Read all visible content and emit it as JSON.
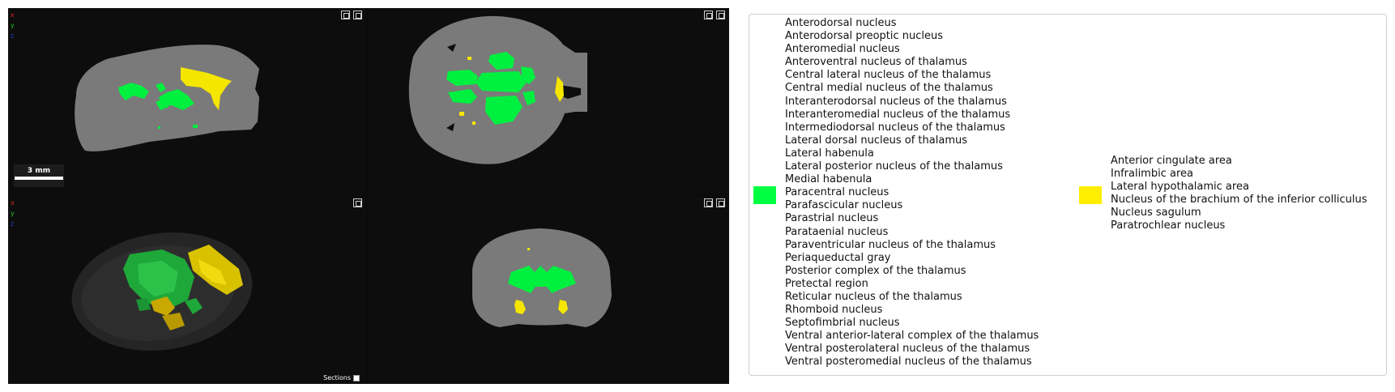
{
  "viewer": {
    "axes": {
      "x": "x",
      "y": "y",
      "z": "z"
    },
    "scale_bar_label": "3 mm",
    "sections_label": "Sections",
    "colors": {
      "background": "#0d0d0d",
      "brain": "#7a7a7a",
      "group_green": "#00f040",
      "group_yellow": "#f5e600"
    }
  },
  "legend": {
    "groups": [
      {
        "color": "#00ff40",
        "items": [
          "Anterodorsal nucleus",
          "Anterodorsal preoptic nucleus",
          "Anteromedial nucleus",
          "Anteroventral nucleus of thalamus",
          "Central lateral nucleus of the thalamus",
          "Central medial nucleus of the thalamus",
          "Interanterodorsal nucleus of the thalamus",
          "Interanteromedial nucleus of the thalamus",
          "Intermediodorsal nucleus of the thalamus",
          "Lateral dorsal nucleus of thalamus",
          "Lateral habenula",
          "Lateral posterior nucleus of the thalamus",
          "Medial habenula",
          "Paracentral nucleus",
          "Parafascicular nucleus",
          "Parastrial nucleus",
          "Parataenial nucleus",
          "Paraventricular nucleus of the thalamus",
          "Periaqueductal gray",
          "Posterior complex of the thalamus",
          "Pretectal region",
          "Reticular nucleus of the thalamus",
          "Rhomboid nucleus",
          "Septofimbrial nucleus",
          "Ventral anterior-lateral complex of the thalamus",
          "Ventral posterolateral nucleus of the thalamus",
          "Ventral posteromedial nucleus of the thalamus"
        ]
      },
      {
        "color": "#ffee00",
        "items": [
          "Anterior cingulate area",
          "Infralimbic area",
          "Lateral hypothalamic area",
          "Nucleus of the brachium of the inferior colliculus",
          "Nucleus sagulum",
          "Paratrochlear nucleus"
        ]
      }
    ]
  }
}
